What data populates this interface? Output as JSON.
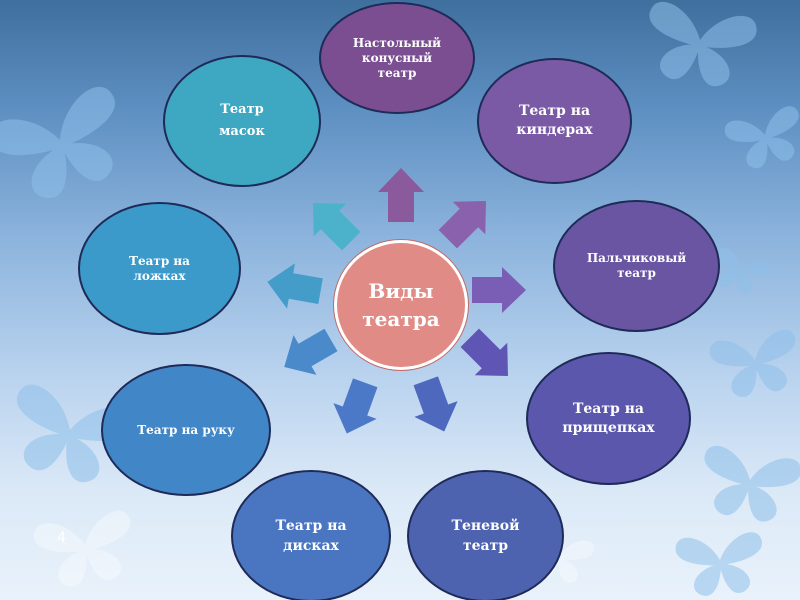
{
  "diagram": {
    "center": {
      "line1": "Виды",
      "line2": "театра"
    },
    "nodes": {
      "mask": {
        "line1": "Театр",
        "line2": "масок"
      },
      "cone": {
        "line1": "Настольный",
        "line2": "конусный",
        "line3": "театр"
      },
      "kinder": {
        "line1": "Театр на",
        "line2": "киндерах"
      },
      "finger": {
        "line1": "Пальчиковый",
        "line2": "театр"
      },
      "clip": {
        "line1": "Театр на",
        "line2": "прищепках"
      },
      "shadow": {
        "line1": "Теневой",
        "line2": "театр"
      },
      "disk": {
        "line1": "Театр на",
        "line2": "дисках"
      },
      "hand": {
        "line1": "Театр на руку"
      },
      "spoon": {
        "line1": "Театр на",
        "line2": "ложках"
      }
    }
  },
  "slide": {
    "page_number": "4"
  },
  "colors": {
    "center": "#e08b86",
    "mask": "#3ea7c1",
    "cone": "#7a4e90",
    "kinder": "#7a5aa5",
    "finger": "#6a55a3",
    "clip": "#5a57ad",
    "shadow": "#4d63b0",
    "disk": "#4a75c1",
    "hand": "#4187c8",
    "spoon": "#3b9ac9"
  },
  "decor": {
    "background_icon": "butterfly-icon"
  }
}
